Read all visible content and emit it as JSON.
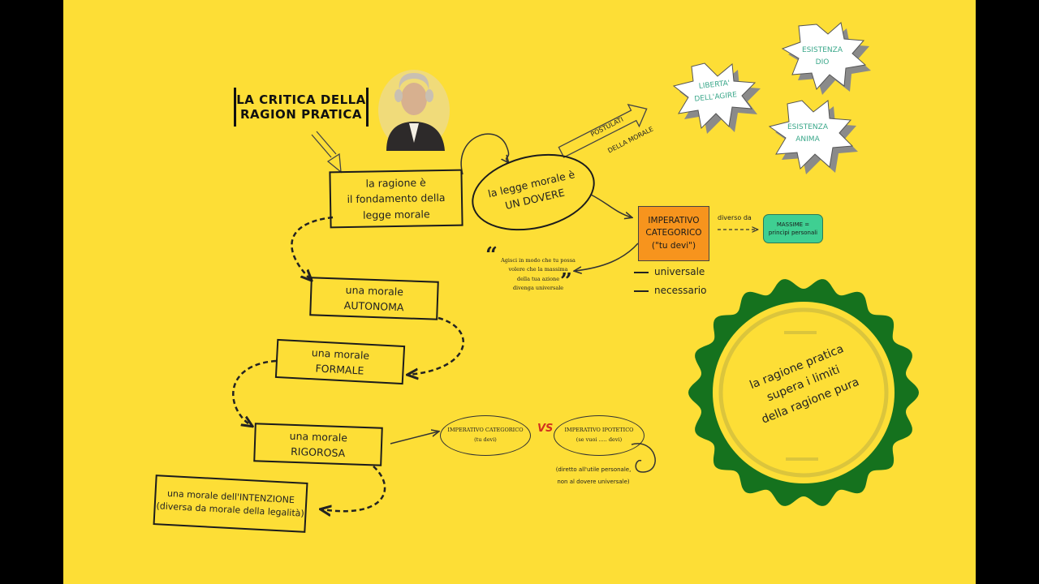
{
  "title": {
    "line1": "LA CRITICA DELLA",
    "line2": "RAGION PRATICA"
  },
  "nodes": {
    "fondamento": {
      "line1": "la ragione è",
      "line2": "il fondamento della",
      "line3": "legge morale"
    },
    "dovere": {
      "line1": "la legge morale è",
      "line2": "UN DOVERE"
    },
    "autonoma": {
      "line1": "una morale",
      "line2": "AUTONOMA"
    },
    "formale": {
      "line1": "una morale",
      "line2": "FORMALE"
    },
    "rigorosa": {
      "line1": "una morale",
      "line2": "RIGOROSA"
    },
    "intenzione": {
      "line1": "una morale dell'INTENZIONE",
      "line2": "(diversa da morale della legalità)"
    },
    "imperativo": {
      "line1": "IMPERATIVO",
      "line2": "CATEGORICO",
      "line3": "(\"tu devi\")"
    },
    "massime": {
      "line1": "MASSIME =",
      "line2": "princìpi personali"
    },
    "diverso_da": "diverso da",
    "universale": "universale",
    "necessario": "necessario",
    "postulati_1": "POSTULATI",
    "postulati_2": "DELLA MORALE",
    "quote": {
      "line1": "Agisci in modo che tu possa",
      "line2": "volere che la massima",
      "line3": "della tua azione",
      "line4": "divenga universale"
    },
    "quote_open": "“",
    "quote_close": "”",
    "stars": {
      "liberta": {
        "line1": "LIBERTA'",
        "line2": "DELL'AGIRE"
      },
      "dio": {
        "line1": "ESISTENZA",
        "line2": "DIO"
      },
      "anima": {
        "line1": "ESISTENZA",
        "line2": "ANIMA"
      }
    },
    "imp_cat": {
      "line1": "IMPERATIVO CATEGORICO",
      "line2": "(tu devi)"
    },
    "vs": "VS",
    "imp_ipo": {
      "line1": "IMPERATIVO IPOTETICO",
      "line2": "(se vuoi ..... devi)"
    },
    "diretto": {
      "line1": "(diretto all'utile personale,",
      "line2": "non al dovere universale)"
    },
    "seal": {
      "line1": "la ragione pratica",
      "line2": "supera i limiti",
      "line3": "della ragione pura"
    }
  },
  "colors": {
    "background": "#fdde36",
    "orange": "#f7941d",
    "teal": "#3fcf92",
    "seal_green": "#15721e",
    "seal_gold": "#dbc53c"
  }
}
